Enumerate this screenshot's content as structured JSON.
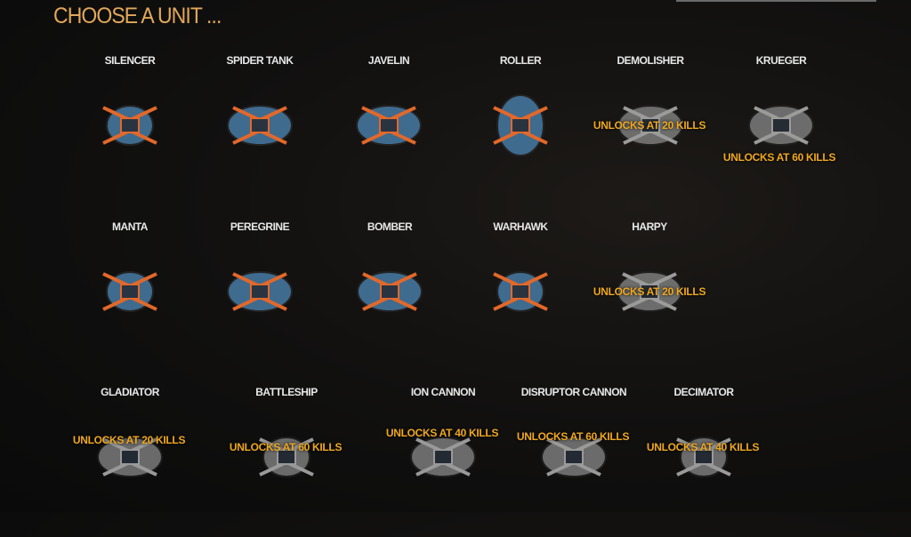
{
  "title": "CHOOSE A UNIT ...",
  "colors": {
    "accent": "#e3a85a",
    "unlock": "#f0a81e",
    "unit_blue": "#3f6b8f",
    "unit_orange": "#e2682a",
    "locked_gray": "#8a8a8a"
  },
  "units": [
    {
      "name": "SILENCER",
      "locked": false
    },
    {
      "name": "SPIDER TANK",
      "locked": false
    },
    {
      "name": "JAVELIN",
      "locked": false
    },
    {
      "name": "ROLLER",
      "locked": false
    },
    {
      "name": "DEMOLISHER",
      "locked": true,
      "unlock_text": "UNLOCKS AT 20 KILLS"
    },
    {
      "name": "KRUEGER",
      "locked": true,
      "unlock_text": "UNLOCKS AT 60 KILLS"
    },
    {
      "name": "MANTA",
      "locked": false
    },
    {
      "name": "PEREGRINE",
      "locked": false
    },
    {
      "name": "BOMBER",
      "locked": false
    },
    {
      "name": "WARHAWK",
      "locked": false
    },
    {
      "name": "HARPY",
      "locked": true,
      "unlock_text": "UNLOCKS AT 20 KILLS"
    },
    {
      "name": "GLADIATOR",
      "locked": true,
      "unlock_text": "UNLOCKS AT 20 KILLS"
    },
    {
      "name": "BATTLESHIP",
      "locked": true,
      "unlock_text": "UNLOCKS AT 60 KILLS"
    },
    {
      "name": "ION CANNON",
      "locked": true,
      "unlock_text": "UNLOCKS AT 40 KILLS"
    },
    {
      "name": "DISRUPTOR CANNON",
      "locked": true,
      "unlock_text": "UNLOCKS AT 60 KILLS"
    },
    {
      "name": "DECIMATOR",
      "locked": true,
      "unlock_text": "UNLOCKS AT 40 KILLS"
    }
  ]
}
